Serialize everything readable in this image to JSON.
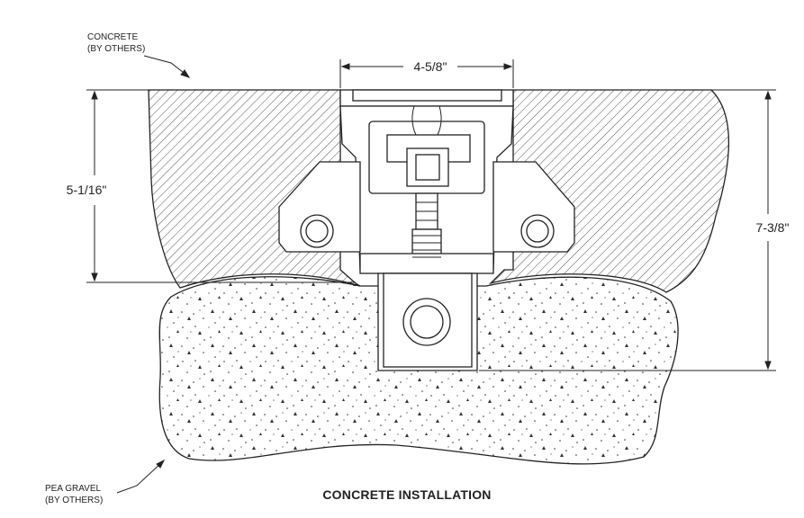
{
  "labels": {
    "concrete_line1": "CONCRETE",
    "concrete_line2": "(BY OTHERS)",
    "gravel_line1": "PEA GRAVEL",
    "gravel_line2": "(BY OTHERS)",
    "title": "CONCRETE INSTALLATION"
  },
  "dimensions": {
    "width": "4-5/8\"",
    "depth_left": "5-1/16\"",
    "depth_right": "7-3/8\""
  },
  "colors": {
    "line": "#222222",
    "hatch": "#444444",
    "background": "#ffffff"
  }
}
